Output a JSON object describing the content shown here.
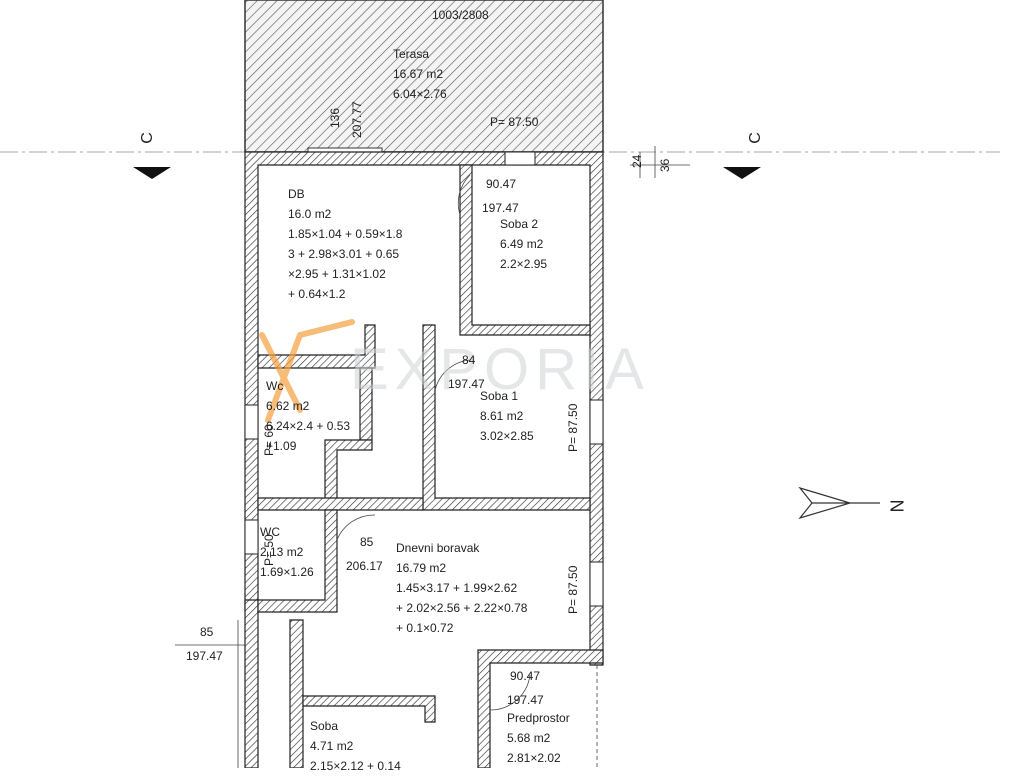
{
  "plan": {
    "top_dimension": "1003/2808",
    "section_mark": "C",
    "north_mark": "N",
    "watermark": "EXPORIA",
    "dims": {
      "d136": "136",
      "d20777": "207.77",
      "p8750_top": "P= 87.50",
      "d24": "24",
      "d36": "36",
      "d9047_a": "90.47",
      "d19747_a": "197.47",
      "d84": "84",
      "d19747_b": "197.47",
      "p8750_soba1": "P= 87.50",
      "p8750_dnevni": "P= 87.50",
      "d85_a": "85",
      "d20617": "206.17",
      "d85_b": "85",
      "d19747_c": "197.47",
      "d9047_b": "90.47",
      "d19747_d": "197.47",
      "p_wc1": "P= 60",
      "p_wc2": "P= 50"
    },
    "rooms": {
      "terasa": {
        "name": "Terasa",
        "area": "16.67 m2",
        "dims": "6.04×2.76"
      },
      "db": {
        "name": "DB",
        "area": "16.0 m2",
        "calc1": "1.85×1.04 + 0.59×1.8",
        "calc2": "3 + 2.98×3.01 + 0.65",
        "calc3": "×2.95 + 1.31×1.02",
        "calc4": "+ 0.64×1.2"
      },
      "soba2": {
        "name": "Soba 2",
        "area": "6.49 m2",
        "dims": "2.2×2.95"
      },
      "wc1": {
        "name": "Wc",
        "area": "6.62 m2",
        "dims": "6.24×2.4 + 0.53",
        "extra": "+1.09"
      },
      "soba1": {
        "name": "Soba 1",
        "area": "8.61 m2",
        "dims": "3.02×2.85"
      },
      "wc2": {
        "name": "WC",
        "area": "2.13 m2",
        "dims": "1.69×1.26"
      },
      "dnevni": {
        "name": "Dnevni boravak",
        "area": "16.79 m2",
        "calc1": "1.45×3.17 + 1.99×2.62",
        "calc2": "+ 2.02×2.56 + 2.22×0.78",
        "calc3": "+ 0.1×0.72"
      },
      "soba": {
        "name": "Soba",
        "area": "4.71 m2",
        "dims": "2.15×2.12 + 0.14"
      },
      "predprostor": {
        "name": "Predprostor",
        "area": "5.68 m2",
        "dims": "2.81×2.02"
      }
    }
  }
}
